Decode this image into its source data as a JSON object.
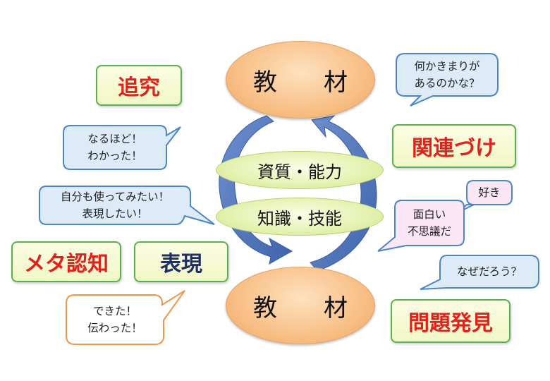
{
  "top_node": {
    "label": "教　材"
  },
  "bottom_node": {
    "label": "教　材"
  },
  "center": {
    "upper_label": "資質・能力",
    "lower_label": "知識・技能"
  },
  "keywords": {
    "tsuikyu": "追究",
    "kanrenzuke": "関連づけ",
    "meta_ninchi": "メタ認知",
    "hyogen": "表現",
    "mondai_hakken": "問題発見"
  },
  "bubbles": {
    "naruhodo": [
      "なるほど！",
      "わかった！"
    ],
    "jibunmo": [
      "自分も使ってみたい！",
      "表現したい！"
    ],
    "dekita": [
      "できた！",
      "伝わった！"
    ],
    "nanika": [
      "何かきまりが",
      "あるのかな？"
    ],
    "suki": [
      "好き"
    ],
    "omoshiroi": [
      "面白い",
      "不思議だ"
    ],
    "nazedarou": [
      "なぜだろう？"
    ]
  },
  "colors": {
    "ellipse_fill": "#f8bf86",
    "lens_fill": "#e6f3b4",
    "keyword_border": "#58b24d",
    "keyword_red": "#e3201b",
    "keyword_navy": "#1f2f60",
    "arrow_blue": "#4e72b8",
    "bubble_blue_fill": "#dcebf7",
    "bubble_blue_border": "#4b86c5",
    "bubble_orange_border": "#f0954a",
    "bubble_pink_fill": "#fbe6f5"
  }
}
